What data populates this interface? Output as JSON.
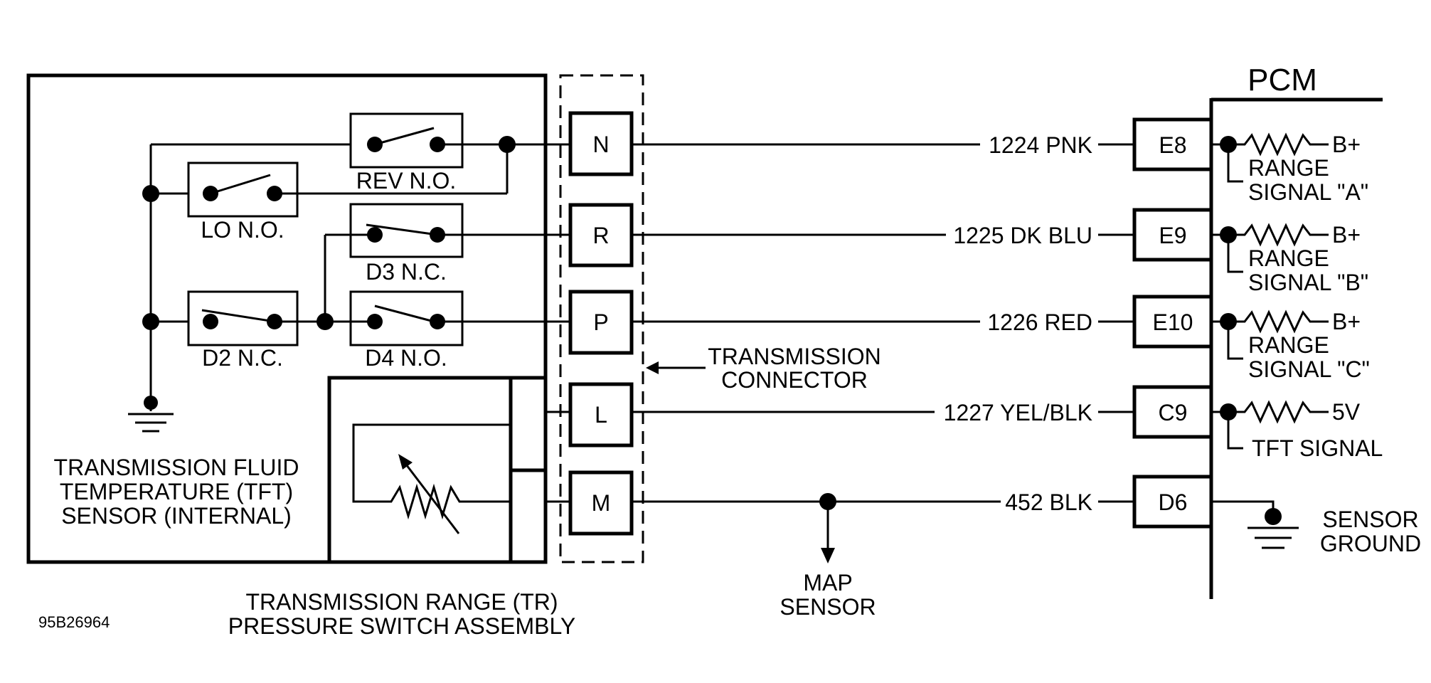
{
  "colors": {
    "ink": "#000000",
    "background": "#ffffff"
  },
  "figure_id": "95B26964",
  "pcm": {
    "title": "PCM",
    "terminals": [
      {
        "pin": "E8",
        "circuit": "1224 PNK",
        "supply": "B+",
        "signal": [
          "RANGE",
          "SIGNAL \"A\""
        ]
      },
      {
        "pin": "E9",
        "circuit": "1225 DK BLU",
        "supply": "B+",
        "signal": [
          "RANGE",
          "SIGNAL \"B\""
        ]
      },
      {
        "pin": "E10",
        "circuit": "1226 RED",
        "supply": "B+",
        "signal": [
          "RANGE",
          "SIGNAL \"C\""
        ]
      },
      {
        "pin": "C9",
        "circuit": "1227 YEL/BLK",
        "supply": "5V",
        "signal": [
          "TFT SIGNAL"
        ]
      },
      {
        "pin": "D6",
        "circuit": "452 BLK",
        "supply": "",
        "signal": []
      }
    ],
    "sensor_ground": [
      "SENSOR",
      "GROUND"
    ]
  },
  "connector": {
    "pins": [
      "N",
      "R",
      "P",
      "L",
      "M"
    ],
    "label": [
      "TRANSMISSION",
      "CONNECTOR"
    ]
  },
  "switches": {
    "rev": "REV N.O.",
    "lo": "LO N.O.",
    "d3": "D3 N.C.",
    "d2": "D2 N.C.",
    "d4": "D4 N.O."
  },
  "tft_sensor": [
    "TRANSMISSION FLUID",
    "TEMPERATURE (TFT)",
    "SENSOR (INTERNAL)"
  ],
  "assembly": [
    "TRANSMISSION RANGE (TR)",
    "PRESSURE SWITCH ASSEMBLY"
  ],
  "map_sensor": [
    "MAP",
    "SENSOR"
  ]
}
